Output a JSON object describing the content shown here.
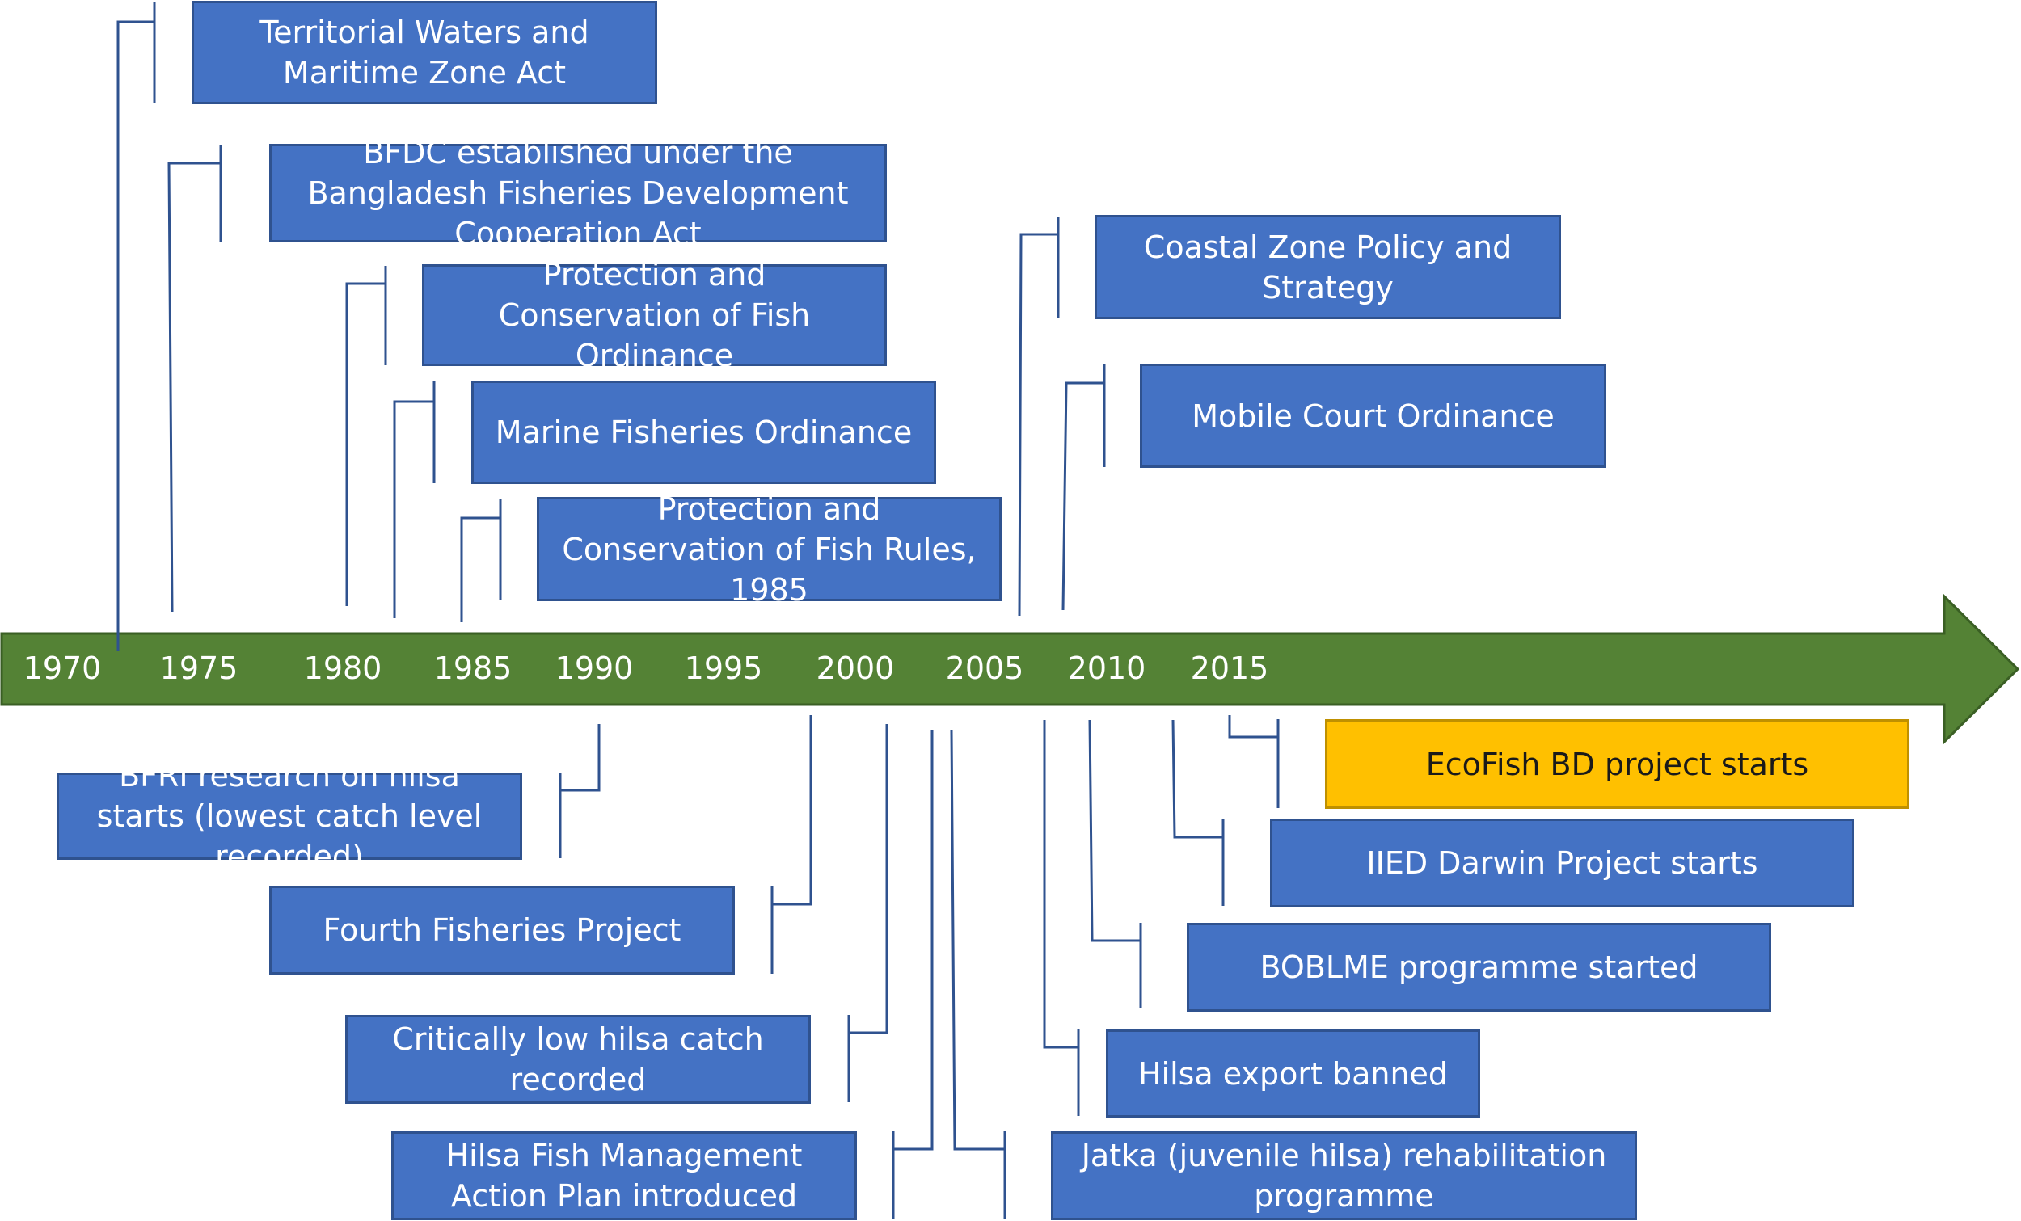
{
  "colors": {
    "arrow_fill": "#548235",
    "arrow_border": "#3A5F24",
    "box_fill": "#4472C4",
    "box_border": "#2F528F",
    "box_text": "#FFFFFF",
    "highlight_fill": "#FFC000",
    "highlight_text": "#1A1A1A",
    "connector": "#2F528F"
  },
  "timeline": {
    "years": [
      "1970",
      "1975",
      "1980",
      "1985",
      "1990",
      "1995",
      "2000",
      "2005",
      "2010",
      "2015"
    ]
  },
  "events": {
    "territorial_waters": "Territorial Waters and Maritime Zone Act",
    "bfdc": "BFDC established under the Bangladesh Fisheries Development Cooperation Act",
    "protection_ordinance": "Protection and Conservation of Fish Ordinance",
    "marine_ordinance": "Marine Fisheries Ordinance",
    "protection_rules": "Protection and Conservation of Fish Rules, 1985",
    "coastal_zone": "Coastal Zone Policy and Strategy",
    "mobile_court": "Mobile Court Ordinance",
    "bfri": "BFRI research on hilsa starts (lowest catch level recorded)",
    "fourth_fisheries": "Fourth Fisheries Project",
    "critically_low": "Critically low hilsa catch recorded",
    "action_plan": "Hilsa Fish Management Action Plan introduced",
    "ecofish": "EcoFish BD project starts",
    "iied": "IIED Darwin Project starts",
    "boblme": "BOBLME programme started",
    "export_banned": "Hilsa export banned",
    "jatka": "Jatka (juvenile hilsa) rehabilitation programme"
  }
}
